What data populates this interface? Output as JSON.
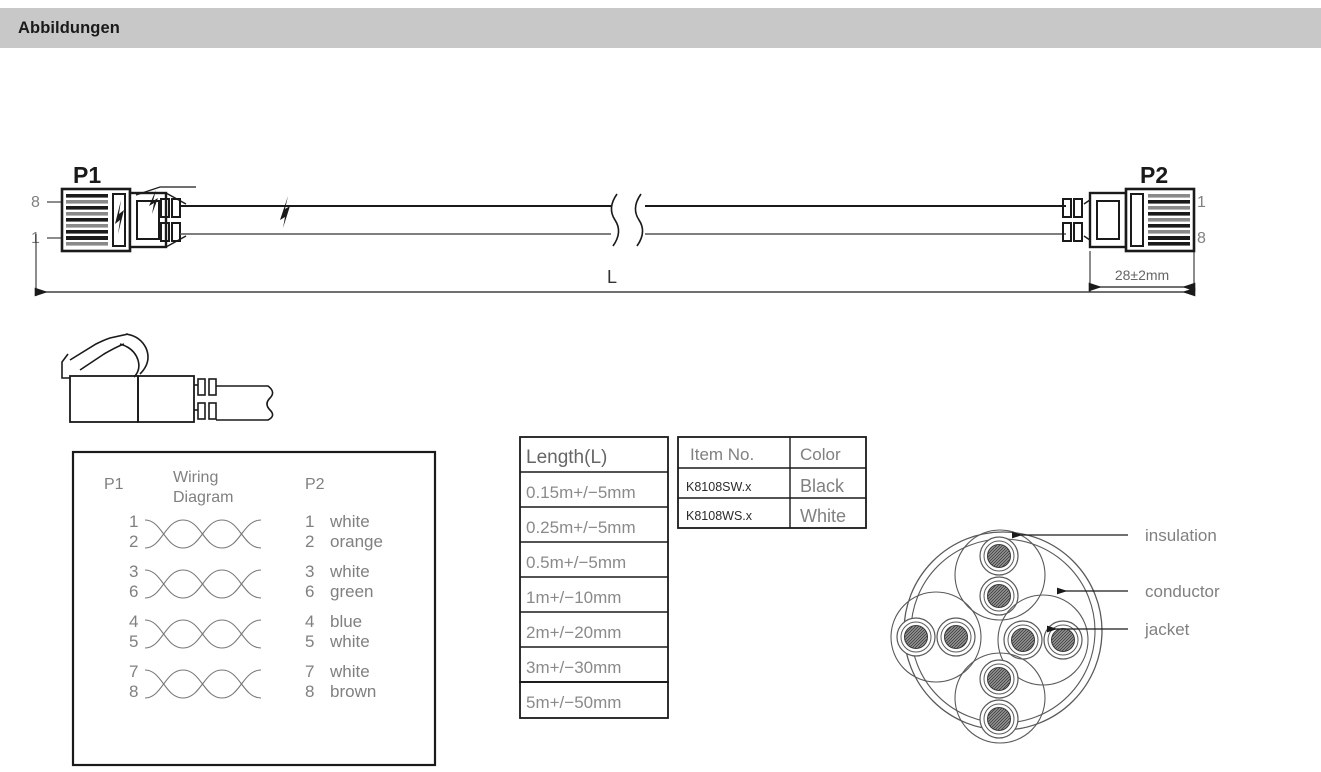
{
  "header": {
    "title": "Abbildungen"
  },
  "cable_assembly": {
    "connector_left_label": "P1",
    "connector_right_label": "P2",
    "left_pin_top": "8",
    "left_pin_bottom": "1",
    "right_pin_top": "1",
    "right_pin_bottom": "8",
    "length_dimension_label": "L",
    "plug_dimension_label": "28±2mm"
  },
  "wiring_diagram": {
    "title_line1": "Wiring",
    "title_line2": "Diagram",
    "left_header": "P1",
    "right_header": "P2",
    "pairs": [
      {
        "p1_top": "1",
        "p1_bottom": "2",
        "p2_top": "1",
        "p2_bottom": "2",
        "color_top": "white",
        "color_bottom": "orange"
      },
      {
        "p1_top": "3",
        "p1_bottom": "6",
        "p2_top": "3",
        "p2_bottom": "6",
        "color_top": "white",
        "color_bottom": "green"
      },
      {
        "p1_top": "4",
        "p1_bottom": "5",
        "p2_top": "4",
        "p2_bottom": "5",
        "color_top": "blue",
        "color_bottom": "white"
      },
      {
        "p1_top": "7",
        "p1_bottom": "8",
        "p2_top": "7",
        "p2_bottom": "8",
        "color_top": "white",
        "color_bottom": "brown"
      }
    ]
  },
  "length_table": {
    "header": "Length(L)",
    "rows": [
      "0.15m+/−5mm",
      "0.25m+/−5mm",
      "0.5m+/−5mm",
      "1m+/−10mm",
      "2m+/−20mm",
      "3m+/−30mm",
      "5m+/−50mm"
    ]
  },
  "item_table": {
    "headers": [
      "Item  No.",
      "Color"
    ],
    "rows": [
      {
        "item_no": "K8108SW.x",
        "color": "Black"
      },
      {
        "item_no": "K8108WS.x",
        "color": "White"
      }
    ]
  },
  "cross_section": {
    "callouts": [
      "insulation",
      "conductor",
      "jacket"
    ]
  },
  "colors": {
    "header_bg": "#c8c8c8",
    "drawing_line": "#1a1a1a",
    "label_gray": "#808080",
    "conductor_fill": "#808080"
  }
}
